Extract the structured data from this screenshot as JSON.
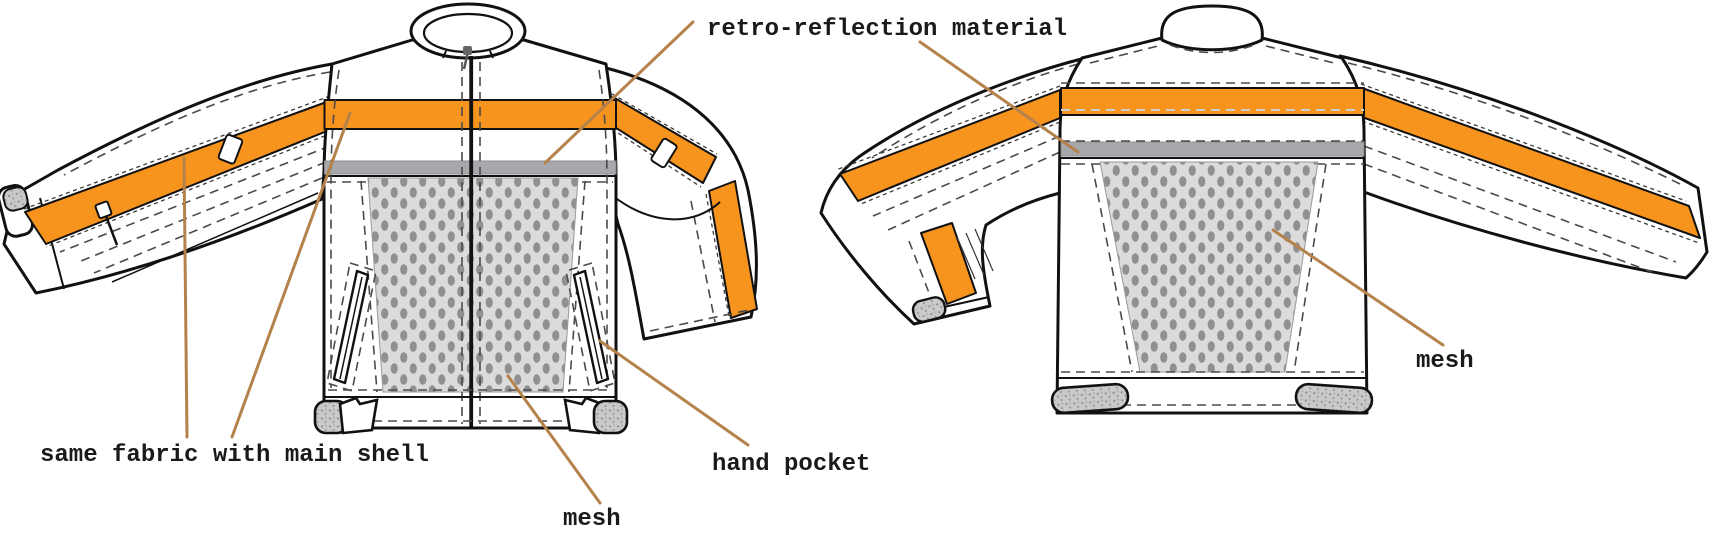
{
  "diagram": {
    "labels": {
      "retro_reflection": "retro-reflection material",
      "same_fabric": "same fabric with main shell",
      "hand_pocket": "hand pocket",
      "mesh_front": "mesh",
      "mesh_back": "mesh"
    },
    "colors": {
      "stripe_orange": "#F7941E",
      "reflective_gray": "#A6A8AB",
      "mesh_bg": "#DBDBDB",
      "mesh_dot": "#8E9092",
      "patch_gray": "#C9CACB",
      "leader_line": "#B5824C",
      "outline": "#111111",
      "text": "#1A1A1A",
      "background": "#FFFFFF"
    }
  }
}
